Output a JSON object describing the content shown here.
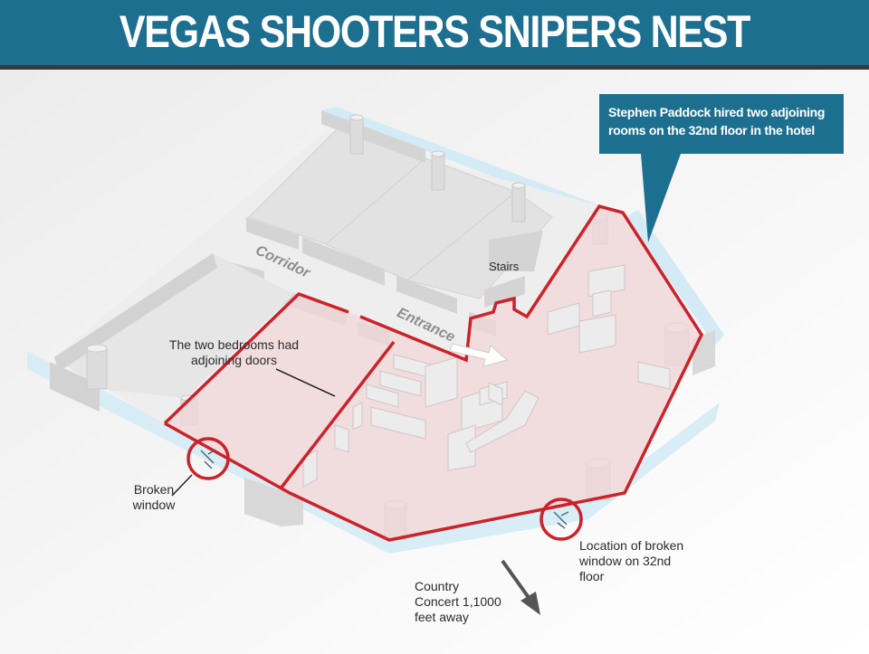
{
  "header": {
    "title": "VEGAS SHOOTERS SNIPERS NEST",
    "color": "#1d6f90"
  },
  "callout": {
    "text": "Stephen Paddock hired two adjoining rooms on the 32nd floor in the hotel"
  },
  "floor_labels": {
    "corridor": "Corridor",
    "entrance": "Entrance",
    "stairs": "Stairs"
  },
  "annotations": {
    "bedrooms": "The two bedrooms had adjoining doors",
    "broken_window": "Broken window",
    "location_broken_window": "Location of broken window on 32nd floor",
    "country_concert": "Country Concert 1,1000 feet away"
  },
  "colors": {
    "highlight_outline": "#cc2229",
    "highlight_fill": "#f2d7d8",
    "glass": "#d4ebf5"
  }
}
